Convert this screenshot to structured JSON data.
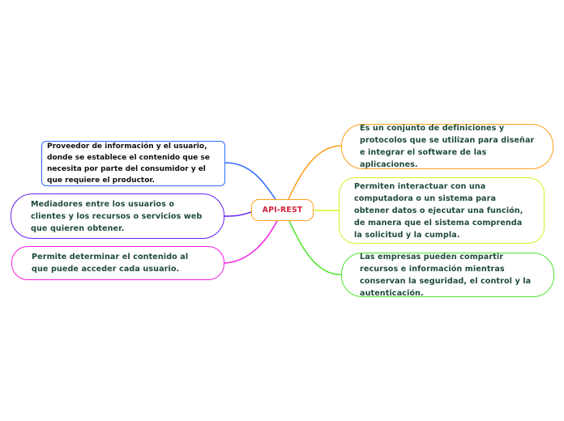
{
  "diagram": {
    "center": {
      "label": "API-REST",
      "color": "#ff9f1c"
    },
    "left_nodes": [
      {
        "text": "Proveedor de información y el usuario, donde se establece el contenido que se necesita por parte del consumidor y el que requiere el productor.",
        "color": "#2f6bff"
      },
      {
        "text": "Mediadores entre los usuarios o clientes y los recursos o servicios web que quieren obtener.",
        "color": "#6a22f0"
      },
      {
        "text": "Permite determinar el contenido al que puede acceder cada usuario.",
        "color": "#f01ee0"
      }
    ],
    "right_nodes": [
      {
        "text": "Es un conjunto de definiciones y protocolos que se utilizan para diseñar e integrar el software de las aplicaciones.",
        "color": "#ff9f1c"
      },
      {
        "text": "Permiten interactuar con una computadora o un sistema para obtener datos o ejecutar una función, de manera que el sistema comprenda la solicitud y la cumpla.",
        "color": "#d8f02a"
      },
      {
        "text": "Las empresas pueden compartir recursos e información mientras conservan la seguridad, el control y la autenticación.",
        "color": "#4ee62a"
      }
    ]
  }
}
